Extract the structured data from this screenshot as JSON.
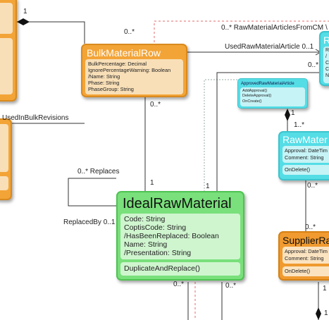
{
  "classes": {
    "bulk_material_row": {
      "name": "BulkMaterialRow",
      "attributes": [
        "BulkPercentage: Decimal",
        "IgnorePercentageWarning: Boolean",
        "/Name: String",
        "Phase: String",
        "PhaseGroup: String"
      ]
    },
    "approved_raw_material_article": {
      "name": "ApprovedRawMaterialArticle",
      "operations": [
        "AddApproval()",
        "DeleteApproval()",
        "OnCreate()"
      ]
    },
    "ideal_raw_material": {
      "name": "IdealRawMaterial",
      "attributes": [
        "Code: String",
        "CoptisCode: String",
        "/HasBeenReplaced: Boolean",
        "Name: String",
        "/Presentation: String"
      ],
      "operations": [
        "DuplicateAndReplace()"
      ]
    },
    "raw_material": {
      "name": "RawMater",
      "attributes": [
        "Approval: DateTim",
        "Comment: String"
      ],
      "operations": [
        "OnDelete()"
      ]
    },
    "supplier_raw": {
      "name": "SupplierRa",
      "attributes": [
        "Approval: DateTim",
        "Comment: String"
      ],
      "operations": [
        "OnDelete()"
      ]
    },
    "top_right": {
      "name": "R",
      "attributes": [
        "R",
        "/",
        "C",
        "C",
        "N"
      ]
    }
  },
  "labels": {
    "top_one": "1",
    "bulk_left_many": "0..*",
    "raw_material_articles_from_cm": "0..* RawMaterialArticlesFromCM",
    "raw_material_articles_from_cm_tail": "\\",
    "used_raw_material_article": "UsedRawMaterialArticle 0..1",
    "right_many_upper": "0..*",
    "used_in_bulk_revisions": "UsedInBulkRevisions",
    "bulk_bottom_many": "0..*",
    "composition_one": "1",
    "composition_many": "1..*",
    "replaces": "0..* Replaces",
    "replaced_by": "ReplacedBy 0..1",
    "ideal_top_left_one": "1",
    "ideal_top_right_one": "1",
    "raw_bottom_many": "0..*",
    "supplier_top_many": "0..*",
    "ideal_bottom_left_many": "0..*",
    "ideal_bottom_right_many": "0..*",
    "bottom_right_one_a": "1",
    "bottom_right_one_b": "1"
  }
}
